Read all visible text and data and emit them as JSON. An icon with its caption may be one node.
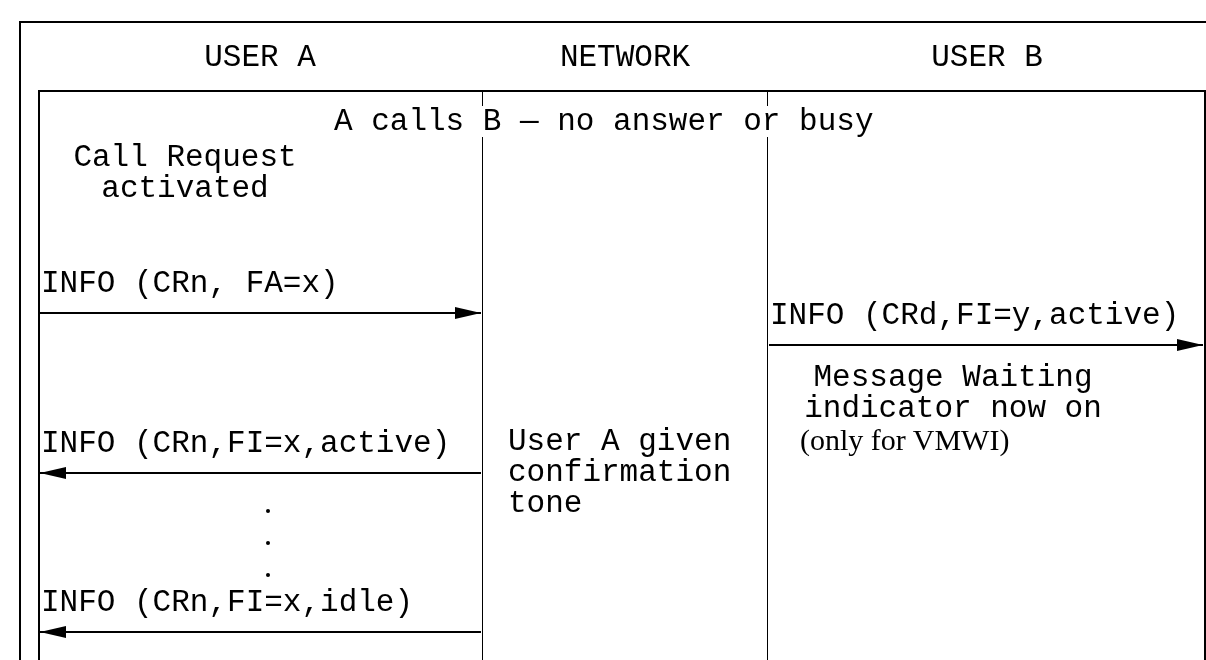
{
  "diagram": {
    "nodes": [
      {
        "text": [
          "USER A"
        ]
      },
      {
        "text": [
          "NETWORK"
        ]
      },
      {
        "text": [
          "USER B"
        ]
      }
    ],
    "edges": [
      {
        "from": 0,
        "to": 1,
        "arrow": "to",
        "label": "INFO (CRn, FA=x)"
      },
      {
        "from": 1,
        "to": 2,
        "arrow": "to",
        "label": "INFO (CRd,FI=y,active)"
      },
      {
        "from": 1,
        "to": 0,
        "arrow": "to",
        "label": "INFO (CRn,FI=x,active)"
      },
      {
        "from": 1,
        "to": 0,
        "arrow": "to",
        "label": "INFO (CRn,FI=x,idle)"
      }
    ],
    "labels": [
      "A calls B — no answer or busy",
      "Call Request activated",
      "Message Waiting indicator now on",
      "User A given confirmation tone",
      "(only for VMWI)"
    ]
  }
}
